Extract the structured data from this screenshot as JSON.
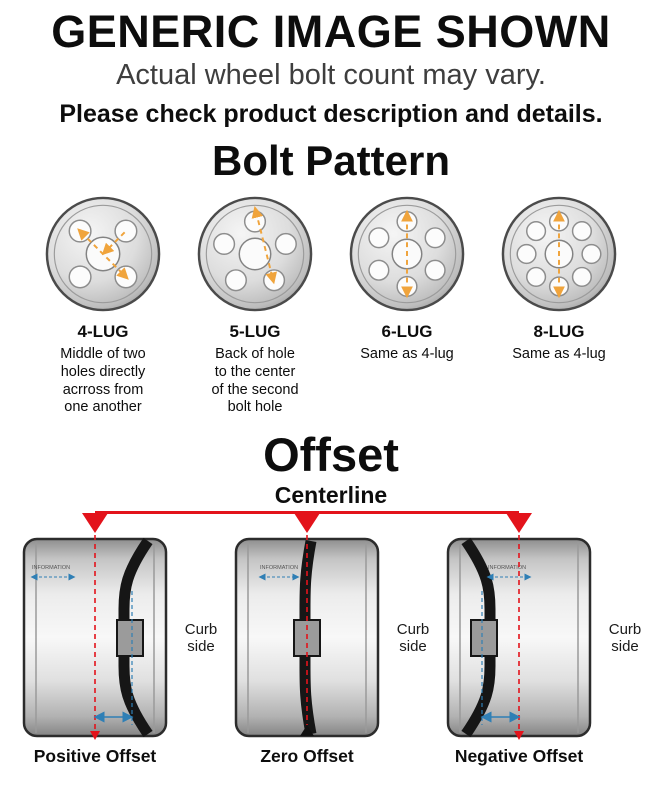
{
  "header": {
    "title": "GENERIC IMAGE SHOWN",
    "subtitle": "Actual wheel bolt count may vary.",
    "note": "Please check product description and details."
  },
  "bolt_pattern": {
    "heading": "Bolt Pattern",
    "measure_color": "#f0a43c",
    "items": [
      {
        "label": "4-LUG",
        "lugs": 4,
        "description": "Middle of two\nholes directly\nacrross from\none another"
      },
      {
        "label": "5-LUG",
        "lugs": 5,
        "description": "Back of hole\nto the center\nof the second\nbolt hole"
      },
      {
        "label": "6-LUG",
        "lugs": 6,
        "description": "Same as 4-lug"
      },
      {
        "label": "8-LUG",
        "lugs": 8,
        "description": "Same as 4-lug"
      }
    ]
  },
  "offset": {
    "heading": "Offset",
    "centerline_label": "Centerline",
    "curb_side_label": "Curb side",
    "barrel_text": "INFORMATION",
    "colors": {
      "centerline": "#e3131b",
      "measure": "#2f7fb5"
    },
    "items": [
      {
        "label": "Positive Offset",
        "type": "positive"
      },
      {
        "label": "Zero Offset",
        "type": "zero"
      },
      {
        "label": "Negative Offset",
        "type": "negative"
      }
    ]
  }
}
